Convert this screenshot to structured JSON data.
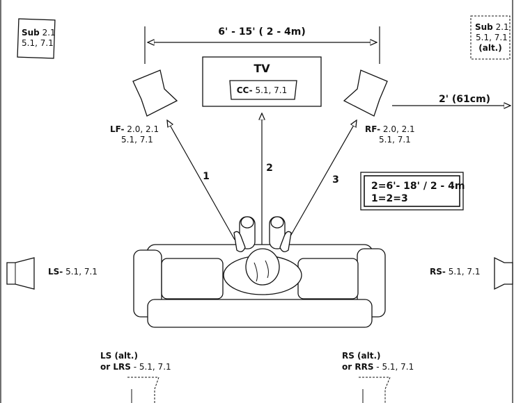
{
  "width_label": "6' - 15' ( 2 - 4m)",
  "side_distance_label": "2' (61cm)",
  "tv": {
    "title": "TV",
    "cc_prefix": "CC-",
    "cc_formats": "5.1, 7.1"
  },
  "sub_main": {
    "prefix": "Sub",
    "line1": "2.1",
    "line2": "5.1, 7.1"
  },
  "sub_alt": {
    "prefix": "Sub",
    "line1": "2.1",
    "line2": "5.1, 7.1",
    "line3": "(alt.)"
  },
  "lf": {
    "prefix": "LF-",
    "line1": "2.0, 2.1",
    "line2": "5.1, 7.1"
  },
  "rf": {
    "prefix": "RF-",
    "line1": "2.0, 2.1",
    "line2": "5.1, 7.1"
  },
  "ls": {
    "prefix": "LS-",
    "formats": "5.1, 7.1"
  },
  "rs": {
    "prefix": "RS-",
    "formats": "5.1, 7.1"
  },
  "ls_alt": {
    "line1": "LS (alt.)",
    "prefix": "or LRS",
    "formats": "- 5.1, 7.1"
  },
  "rs_alt": {
    "line1": "RS (alt.)",
    "prefix": "or RRS",
    "formats": "- 5.1, 7.1"
  },
  "distances": {
    "d1": "1",
    "d2": "2",
    "d3": "3"
  },
  "rule": {
    "line1": "2=6'- 18' / 2 - 4m",
    "line2": "1=2=3"
  }
}
